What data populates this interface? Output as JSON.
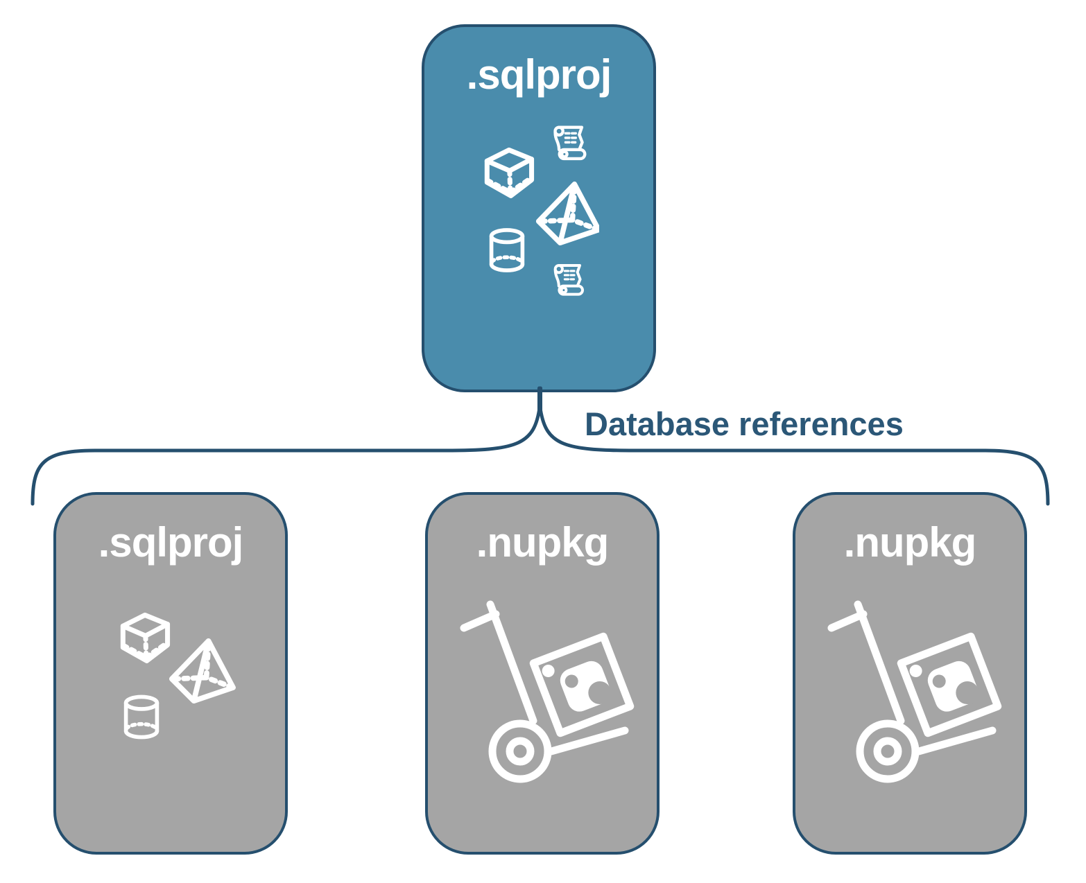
{
  "top_card": {
    "label": ".sqlproj",
    "icons": [
      "cube-icon",
      "scroll-icon",
      "pyramid-icon",
      "cylinder-icon",
      "scroll-icon"
    ]
  },
  "connector": {
    "label": "Database references",
    "type": "curly-brace"
  },
  "bottom_cards": [
    {
      "label": ".sqlproj",
      "icons": [
        "cube-icon",
        "pyramid-icon",
        "cylinder-icon"
      ]
    },
    {
      "label": ".nupkg",
      "icons": [
        "hand-truck-icon",
        "nuget-package-icon"
      ]
    },
    {
      "label": ".nupkg",
      "icons": [
        "hand-truck-icon",
        "nuget-package-icon"
      ]
    }
  ],
  "colors": {
    "top_card_fill": "#4A8CAC",
    "bottom_card_fill": "#A5A5A5",
    "outline": "#254F6E",
    "label_text": "#2B5777",
    "icon_stroke": "#FFFFFF",
    "background": "#FFFFFF"
  }
}
